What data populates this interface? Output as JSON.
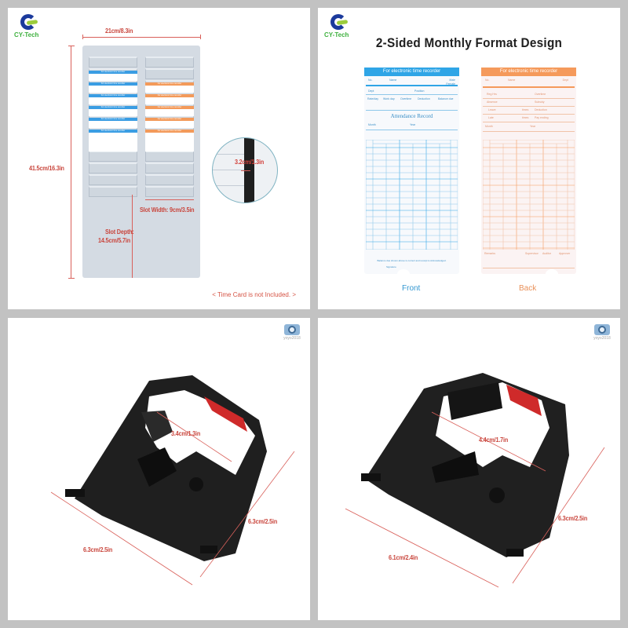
{
  "panels": {
    "rack": {
      "brand": "CY-Tech",
      "width_label": "21cm/8.3in",
      "height_label": "41.5cm/16.3in",
      "slot_gap_label": "3.2cm/1.3in",
      "slot_width_label": "Slot Width: 9cm/3.5in",
      "slot_depth_label_line1": "Slot Depth:",
      "slot_depth_label_line2": "14.5cm/5.7in",
      "note": "< Time Card is not Included. >",
      "mini_card_title": "For electronic time recorder"
    },
    "card_design": {
      "brand": "CY-Tech",
      "title": "2-Sided Monthly Format Design",
      "front": {
        "label": "Front",
        "header": "For electronic time recorder",
        "fields_row1": [
          "No.",
          "Name",
          "Male",
          "Female"
        ],
        "fields_row2": [
          "Dept",
          "Position"
        ],
        "fields_row3": [
          "Rate/day",
          "Work day",
          "Overtime",
          "Deduction",
          "Balance due"
        ],
        "section_title": "Attendance  Record",
        "fields_row4": [
          "Month",
          "Year"
        ],
        "table_headers": [
          "Date",
          "A.M.",
          "P.M.",
          "Overtime",
          "Total"
        ],
        "table_subheaders": [
          "In",
          "Out",
          "In",
          "Out",
          "In",
          "Out"
        ],
        "days": [
          "1",
          "2",
          "3",
          "4",
          "5",
          "6",
          "7",
          "8",
          "9",
          "10",
          "11",
          "12",
          "13",
          "14",
          "15"
        ],
        "footer_text": "Balance due shown above is correct and receipt is Acknowledged.",
        "signature_label": "Signature"
      },
      "back": {
        "label": "Back",
        "header": "For electronic time recorder",
        "fields_row1": [
          "No.",
          "Name",
          "Dept"
        ],
        "summary_rows": [
          [
            "Reg Hrs",
            "Overtime"
          ],
          [
            "Absence",
            "Subsidy"
          ],
          [
            "Leave",
            "Deduction"
          ],
          [
            "Late",
            "Pay ending"
          ]
        ],
        "summary_unit": "times",
        "fields_row4": [
          "Month",
          "Year"
        ],
        "table_headers": [
          "Date",
          "A.M.",
          "P.M.",
          "Overtime",
          "Total"
        ],
        "table_subheaders": [
          "In",
          "Out",
          "In",
          "Out",
          "In",
          "Out"
        ],
        "days": [
          "16",
          "17",
          "18",
          "19",
          "20",
          "21",
          "22",
          "23",
          "24",
          "25",
          "26",
          "27",
          "28",
          "29",
          "30",
          "31"
        ],
        "footer_fields": [
          "Remarks",
          "Supervisor",
          "Auditor",
          "Approver"
        ]
      }
    },
    "ribbon_a": {
      "watermark": "yoyo2018",
      "inner_label": "3.4cm/1.3in",
      "depth_label": "6.3cm/2.5in",
      "length_label": "6.3cm/2.5in"
    },
    "ribbon_b": {
      "watermark": "yoyo2018",
      "inner_label": "4.4cm/1.7in",
      "depth_label": "6.3cm/2.5in",
      "length_label": "6.1cm/2.4in"
    }
  },
  "colors": {
    "background": "#c2c2c2",
    "dimension_red": "#c9463d",
    "front_blue": "#2fa5e6",
    "back_orange": "#f59a5b",
    "cartridge_black": "#1e1e1e",
    "ribbon_red": "#d62a2a"
  }
}
